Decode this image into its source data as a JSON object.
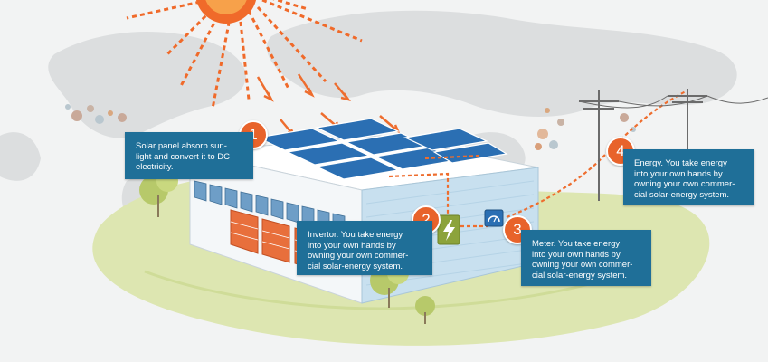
{
  "colors": {
    "callout_bg": "#1f6f98",
    "badge": "#e8632b",
    "sun": "#f06a2a",
    "panel": "#2a6fb0",
    "wire": "#ee6d2e",
    "lawn": "#d9e3a6",
    "map": "#d6d8da"
  },
  "steps": [
    {
      "number": "1",
      "text": "Solar panel absorb sun-\nlight and convert it to DC\nelectricity."
    },
    {
      "number": "2",
      "text": "Invertor. You take energy\ninto your own hands by\nowning your own commer-\ncial solar-energy system."
    },
    {
      "number": "3",
      "text": "Meter. You take energy\ninto your own hands by\nowning your own commer-\ncial solar-energy system."
    },
    {
      "number": "4",
      "text": "Energy. You take energy\ninto your own hands by\nowning your own commer-\ncial solar-energy system."
    }
  ],
  "icons": {
    "sun": "sun-icon",
    "inverter": "lightning-bolt-icon",
    "meter": "gauge-icon",
    "power_pole": "utility-pole-icon"
  }
}
